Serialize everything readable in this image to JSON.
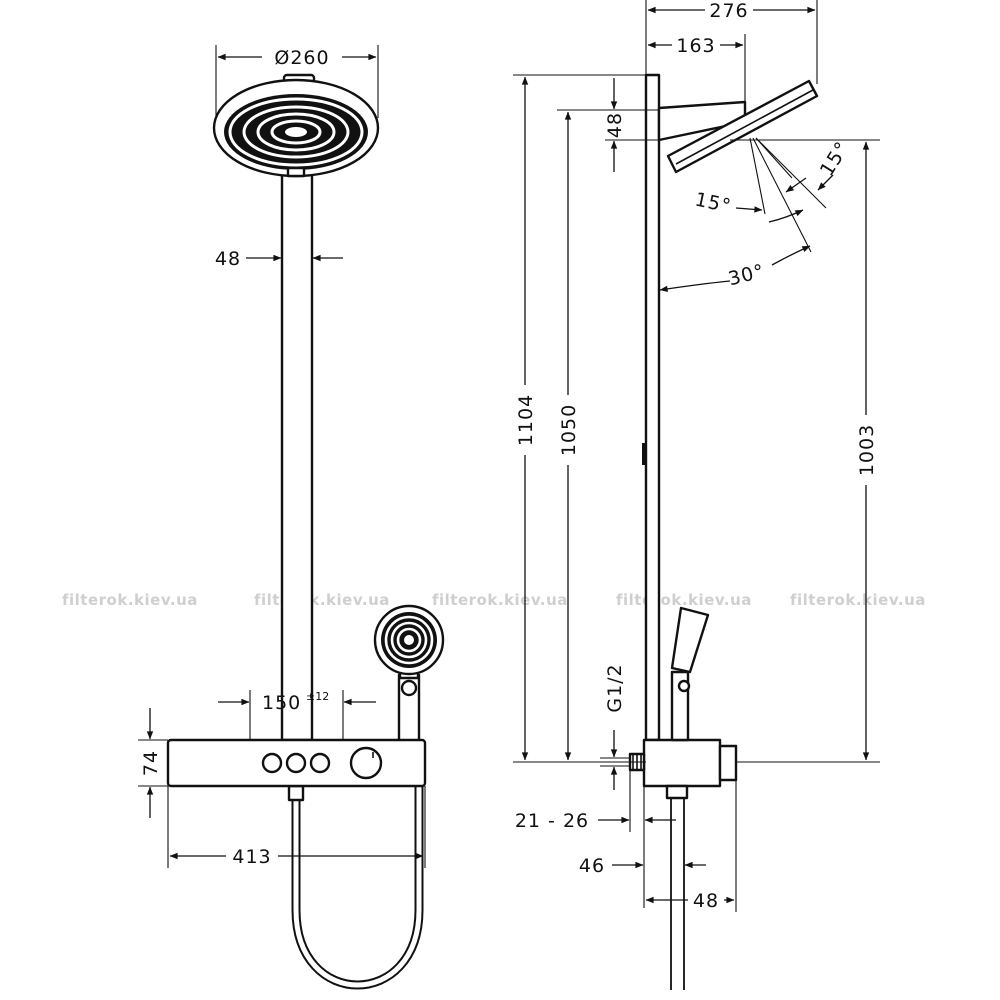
{
  "front_view": {
    "head_diameter": "Ø260",
    "pipe_width": "48",
    "button_spacing": "150",
    "button_spacing_tolerance": "±12",
    "thermostat_height": "74",
    "thermostat_width": "413"
  },
  "side_view": {
    "head_reach": "276",
    "arm_reach": "163",
    "arm_thickness": "48",
    "total_height": "1104",
    "arm_height": "1050",
    "head_height": "1003",
    "connection": "G1/2",
    "wall_distance": "21 - 26",
    "body_depth": "46",
    "body_width": "48",
    "angle_tilt_a": "15°",
    "angle_tilt_b": "15°",
    "angle_swivel": "30°"
  },
  "watermark": {
    "text": "filterok.kiev.ua"
  }
}
